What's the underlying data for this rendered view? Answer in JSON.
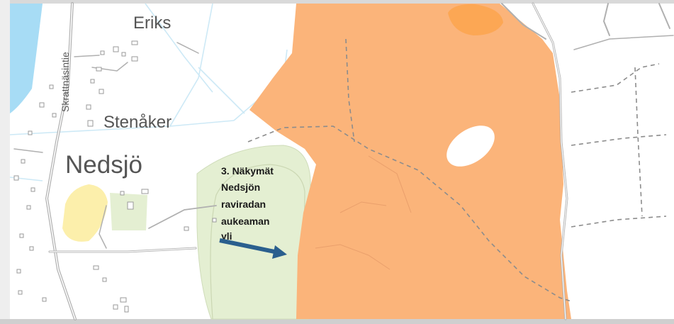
{
  "map": {
    "places": {
      "eriks": "Eriks",
      "stenaker": "Stenåker",
      "nedsjo": "Nedsjö"
    },
    "road_label": "Skrattnäsintie",
    "annotation": {
      "lines": [
        "3. Näkymät",
        "Nedsjön",
        "raviradan",
        "aukeaman",
        "yli"
      ]
    },
    "colors": {
      "water": "#a7dcf5",
      "zone_orange": "#fbb47a",
      "zone_green": "#e4efd2",
      "zone_yellow": "#fcefab",
      "arrow": "#2a5f8e"
    }
  }
}
